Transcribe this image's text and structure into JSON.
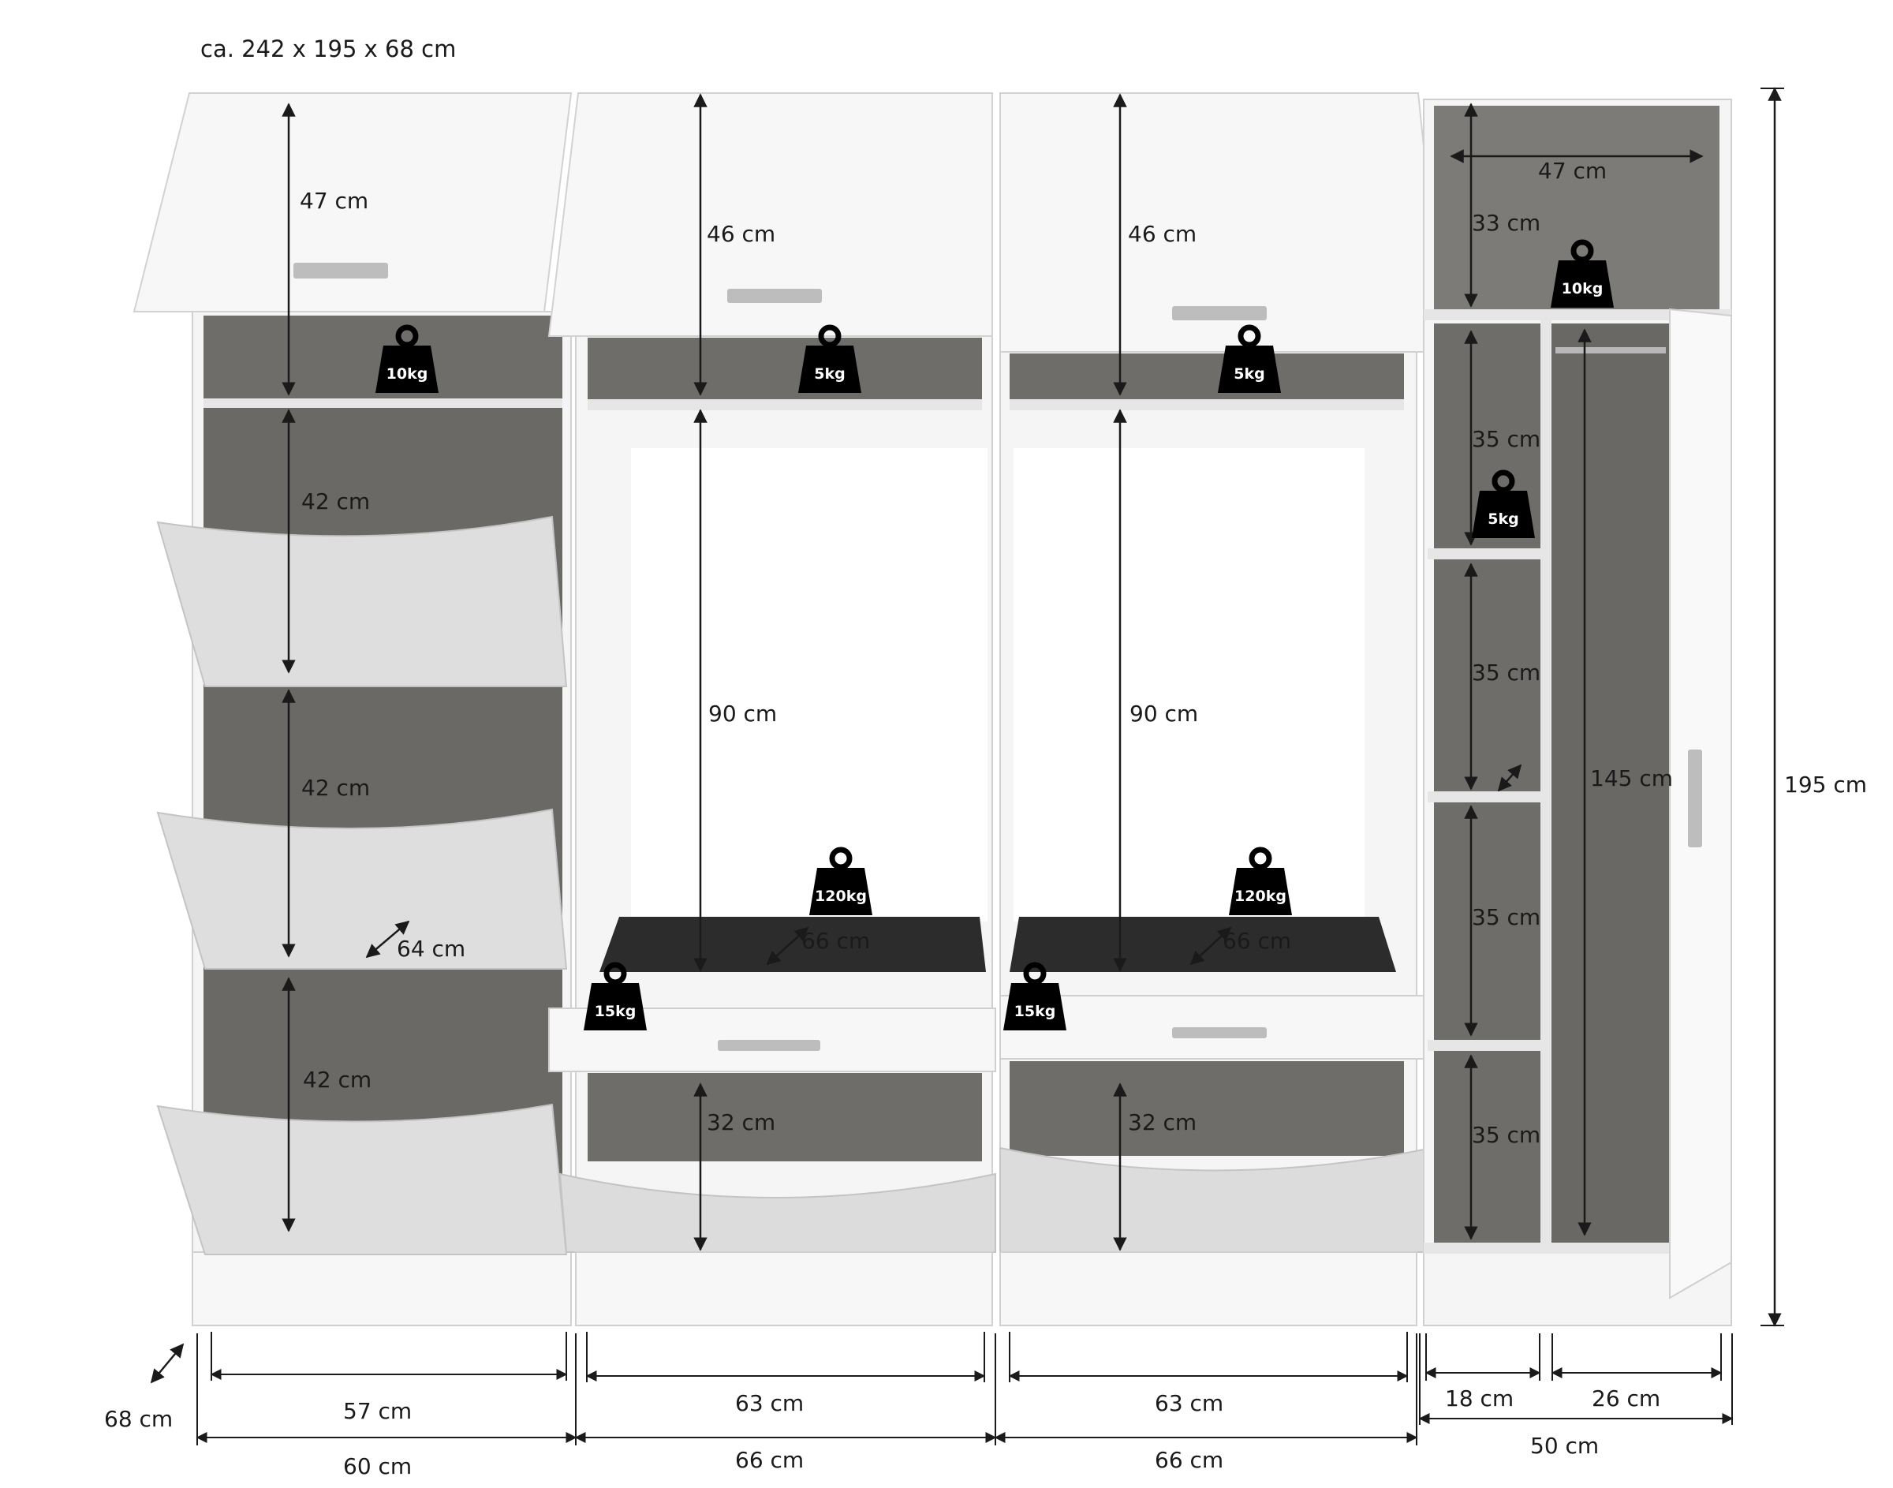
{
  "overall_size": "ca. 242 x 195 x 68 cm",
  "colors": {
    "panel": "#f7f7f7",
    "panel_edge": "#c9c9c9",
    "interior": "#6e6c69",
    "interior_light": "#8a8886",
    "flap": "#dcdcdc",
    "mat": "#2c2c2c",
    "handle": "#bdbdbd",
    "weight": "#000000",
    "dimension": "#1a1a1a"
  },
  "icons": {
    "weight": "weight-icon",
    "arrow": "double-arrow-icon"
  },
  "dimensions": {
    "col1_top_flap": "47 cm",
    "col1_shoe_1": "42 cm",
    "col1_shoe_2": "42 cm",
    "col1_shoe_3": "42 cm",
    "col1_depth": "64 cm",
    "col2_top_flap": "46 cm",
    "col2_opening": "90 cm",
    "col2_mat_depth": "66 cm",
    "col2_bottom_flap": "32 cm",
    "col3_top_flap": "46 cm",
    "col3_opening": "90 cm",
    "col3_mat_depth": "66 cm",
    "col3_bottom_flap": "32 cm",
    "col4_top_width": "47 cm",
    "col4_top_height": "33 cm",
    "col4_shelf_1": "35 cm",
    "col4_shelf_2": "35 cm",
    "col4_shelf_3": "35 cm",
    "col4_shelf_4": "35 cm",
    "col4_wardrobe": "145 cm",
    "total_height": "195 cm",
    "depth": "68 cm",
    "col1_inner": "57 cm",
    "col1_outer": "60 cm",
    "col2_inner": "63 cm",
    "col2_outer": "66 cm",
    "col3_inner": "63 cm",
    "col3_outer": "66 cm",
    "col4_shelf_width": "18 cm",
    "col4_wardrobe_width": "26 cm",
    "col4_outer": "50 cm"
  },
  "weights": {
    "col1_top": "10kg",
    "col2_top": "5kg",
    "col3_top": "5kg",
    "col4_top": "10kg",
    "col4_shelf": "5kg",
    "col2_mat": "120kg",
    "col3_mat": "120kg",
    "col2_drawer": "15kg",
    "col3_drawer": "15kg"
  }
}
